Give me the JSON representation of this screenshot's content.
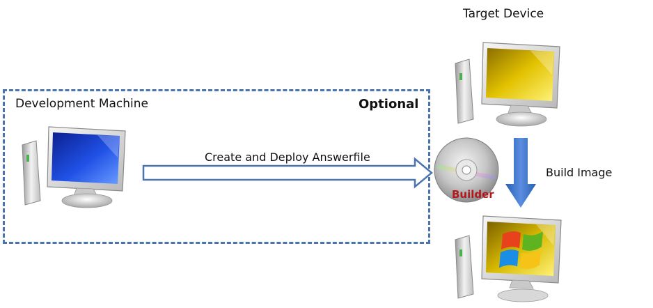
{
  "diagram": {
    "dev_machine_label": "Development Machine",
    "optional_label": "Optional",
    "arrow_label": "Create and Deploy Answerfile",
    "target_device_label": "Target Device",
    "build_image_label": "Build Image",
    "builder_label": "Builder"
  },
  "colors": {
    "dashed_border": "#4a73b0",
    "arrow_outline": "#4a73b0",
    "build_arrow": "#3f74c4",
    "builder_text": "#b3191c",
    "dev_screen": "#1a3fc0",
    "target_screen": "#d9b800"
  },
  "icons": [
    "monitor-icon",
    "computer-tower-icon",
    "cd-disc-icon",
    "windows-logo-icon",
    "arrow-right-icon",
    "arrow-down-icon"
  ]
}
